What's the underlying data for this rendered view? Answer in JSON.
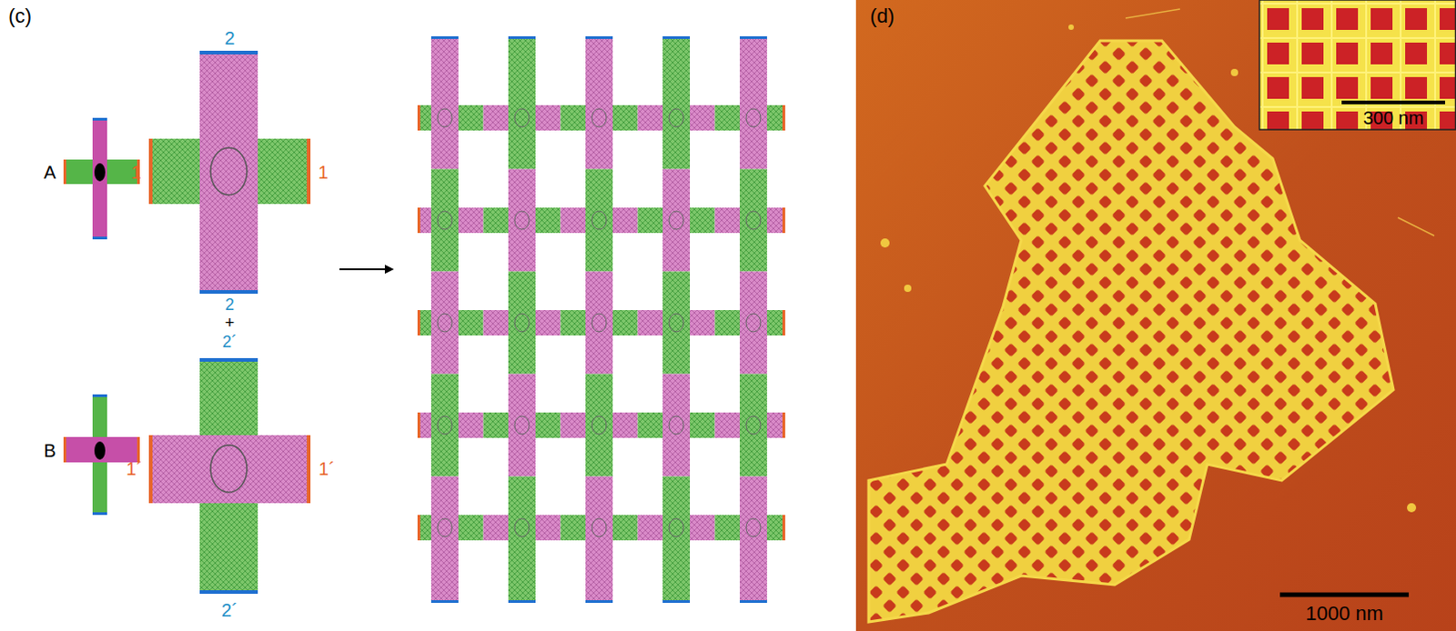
{
  "diagram": {
    "labels": [
      "(c)",
      "2",
      "A",
      "1",
      "1",
      "2",
      "+",
      "2´",
      "B",
      "1´",
      "1´",
      "2´",
      "(d)",
      "300 nm",
      "1000 nm"
    ]
  }
}
